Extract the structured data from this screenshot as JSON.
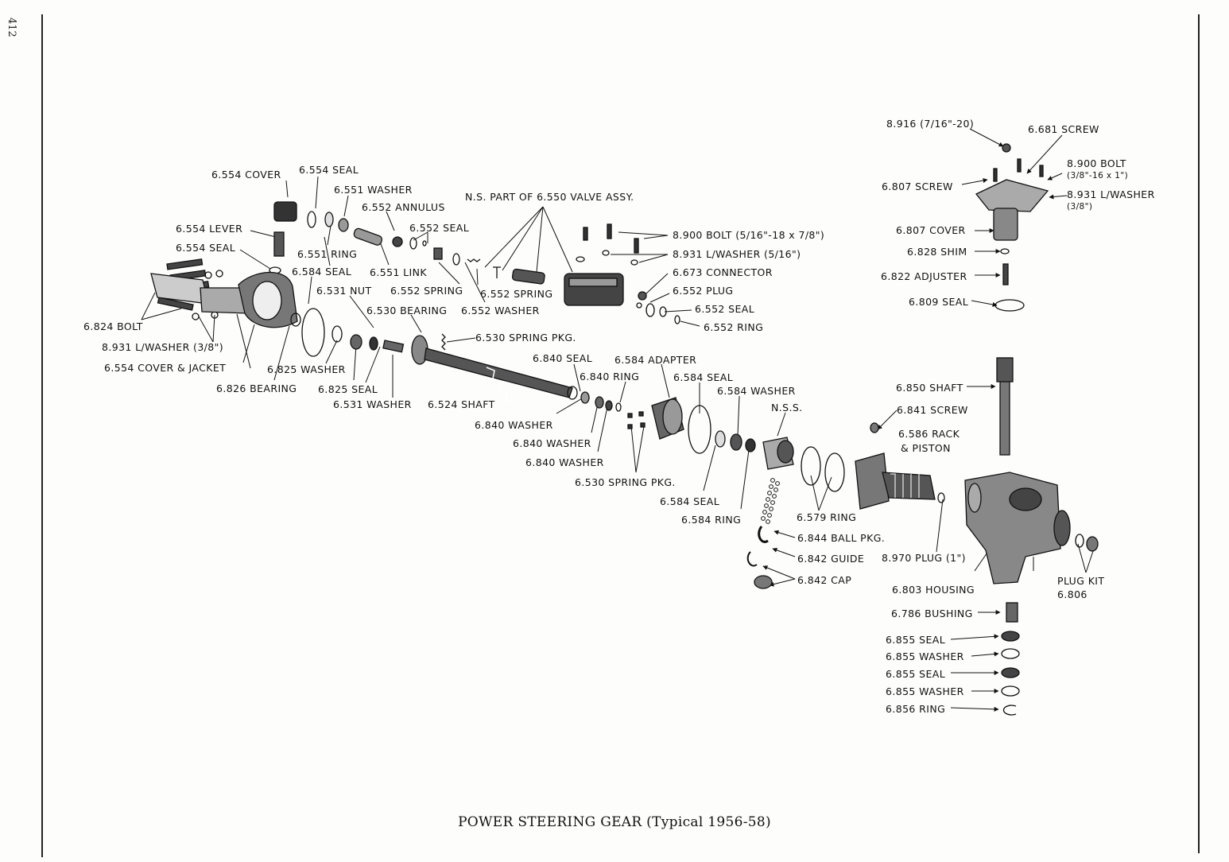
{
  "page_number": "412",
  "caption": "POWER STEERING GEAR (Typical 1956-58)",
  "labels": [
    "6.554 COVER",
    "6.554 SEAL",
    "6.551 WASHER",
    "6.552 ANNULUS",
    "6.552 SEAL",
    "N.S. PART OF 6.550 VALVE ASSY.",
    "6.554 LEVER",
    "6.554 SEAL",
    "6.551 RING",
    "6.551 LINK",
    "6.584 SEAL",
    "6.552 SPRING",
    "6.552 SPRING",
    "6.531 NUT",
    "6.530 BEARING",
    "6.552 WASHER",
    "6.824 BOLT",
    "8.931 L/WASHER (3/8\")",
    "6.554 COVER & JACKET",
    "6.825 WASHER",
    "6.826 BEARING",
    "6.825 SEAL",
    "6.531 WASHER",
    "6.524 SHAFT",
    "6.530 SPRING PKG.",
    "8.900 BOLT (5/16\"-18 x 7/8\")",
    "8.931 L/WASHER (5/16\")",
    "6.673 CONNECTOR",
    "6.552 PLUG",
    "6.552 SEAL",
    "6.552 RING",
    "6.840 SEAL",
    "6.584 ADAPTER",
    "6.840 RING",
    "6.584 SEAL",
    "6.584 WASHER",
    "N.S.S.",
    "6.840 WASHER",
    "6.840 WASHER",
    "6.840 WASHER",
    "6.530 SPRING PKG.",
    "6.584 SEAL",
    "6.584 RING",
    "8.916 (7/16\"-20)",
    "6.681 SCREW",
    "8.900 BOLT",
    "(3/8\"-16 x 1\")",
    "6.807 SCREW",
    "8.931 L/WASHER",
    "(3/8\")",
    "6.807 COVER",
    "6.828 SHIM",
    "6.822 ADJUSTER",
    "6.809 SEAL",
    "6.850 SHAFT",
    "6.841 SCREW",
    "6.586 RACK",
    "& PISTON",
    "6.579 RING",
    "6.844 BALL PKG.",
    "6.842 GUIDE",
    "8.970 PLUG (1\")",
    "6.842 CAP",
    "6.803 HOUSING",
    "PLUG KIT",
    "6.806",
    "6.786 BUSHING",
    "6.855 SEAL",
    "6.855 WASHER",
    "6.855 SEAL",
    "6.855 WASHER",
    "6.856 RING"
  ]
}
